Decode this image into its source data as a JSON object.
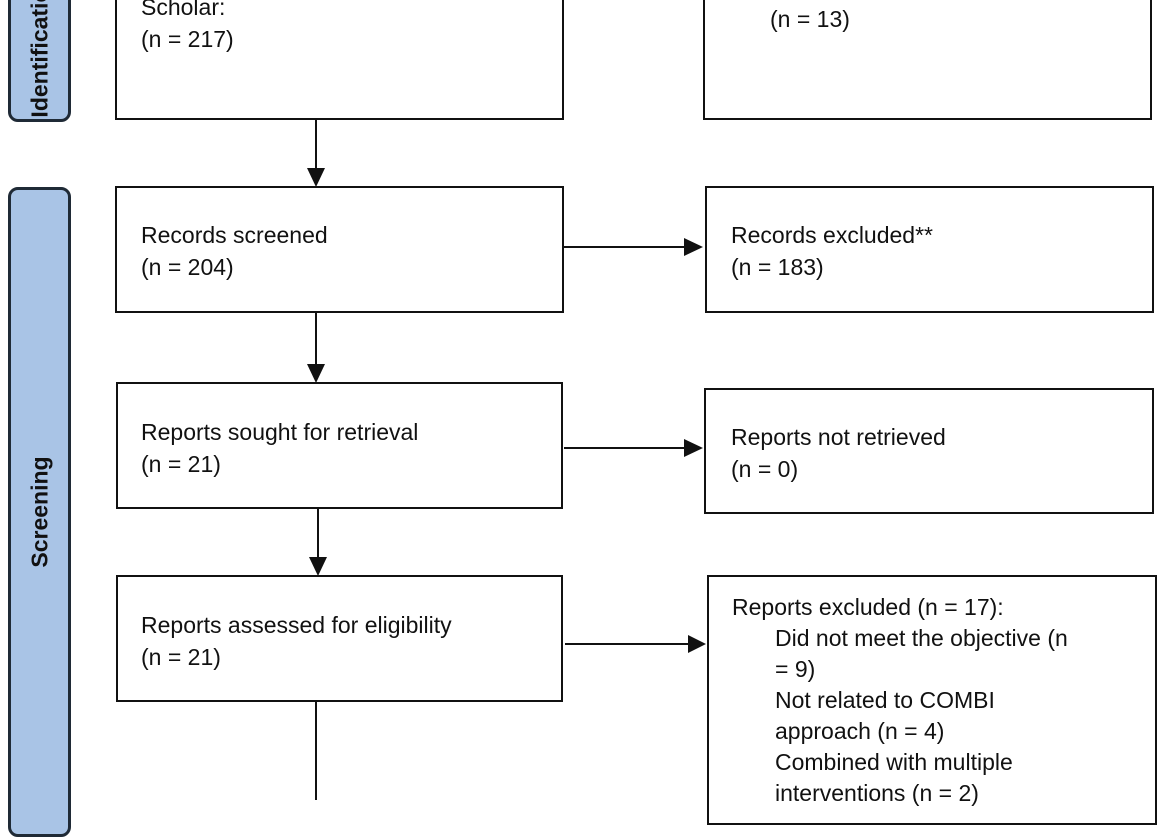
{
  "stages": {
    "identification": "Identification",
    "screening": "Screening"
  },
  "boxes": {
    "identified": {
      "line1": "Scholar:",
      "line2": "(n = 217)"
    },
    "removed": {
      "line2": "(n = 13)"
    },
    "screened": {
      "line1": "Records screened",
      "line2": "(n = 204)"
    },
    "records_excluded": {
      "line1": "Records excluded**",
      "line2": "(n = 183)"
    },
    "sought": {
      "line1": "Reports sought for retrieval",
      "line2": "(n = 21)"
    },
    "not_retrieved": {
      "line1": "Reports not retrieved",
      "line2": "(n = 0)"
    },
    "assessed": {
      "line1": "Reports assessed for eligibility",
      "line2": "(n = 21)"
    },
    "reports_excluded": {
      "header": "Reports excluded (n = 17):",
      "reasons": [
        "Did not meet the objective (n",
        "= 9)",
        "Not related to COMBI",
        "approach (n = 4)",
        "Combined with multiple",
        "interventions (n = 2)"
      ]
    }
  }
}
